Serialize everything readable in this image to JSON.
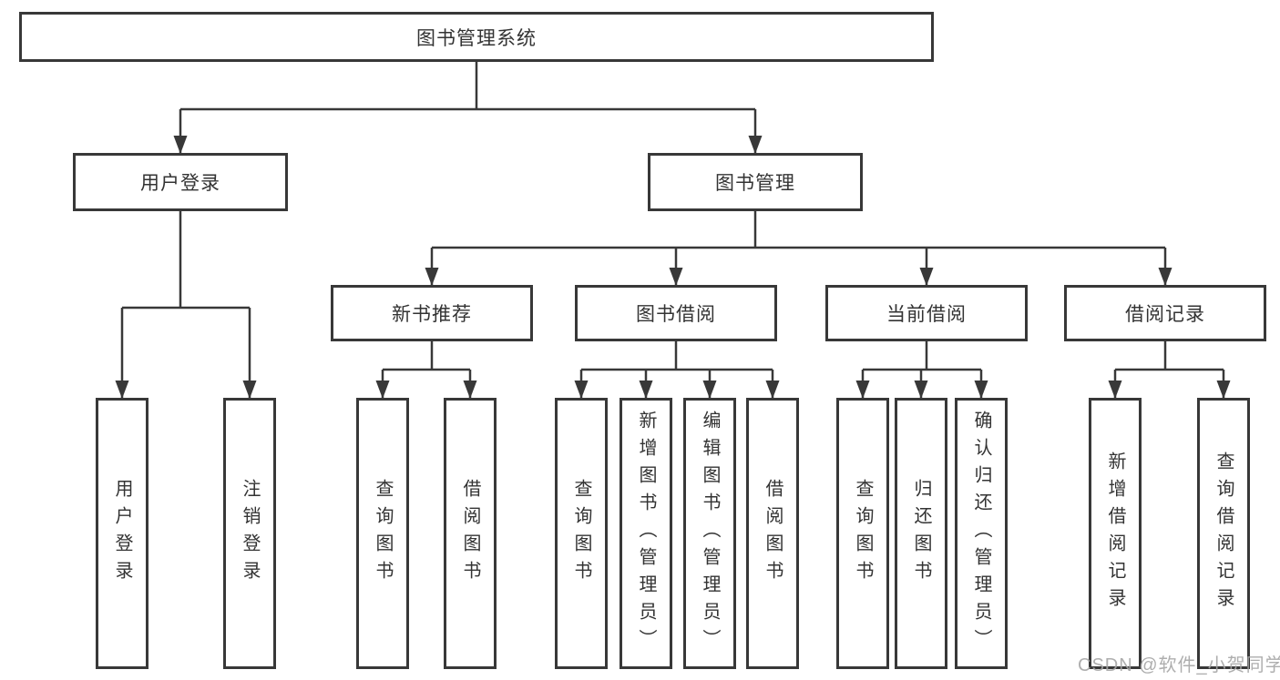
{
  "diagram_type": "hierarchy-tree",
  "tree": {
    "label": "图书管理系统",
    "children": [
      {
        "label": "用户登录",
        "children": [
          {
            "label": "用户登录"
          },
          {
            "label": "注销登录"
          }
        ]
      },
      {
        "label": "图书管理",
        "children": [
          {
            "label": "新书推荐",
            "children": [
              {
                "label": "查询图书"
              },
              {
                "label": "借阅图书"
              }
            ]
          },
          {
            "label": "图书借阅",
            "children": [
              {
                "label": "查询图书"
              },
              {
                "label": "新增图书（管理员）"
              },
              {
                "label": "编辑图书（管理员）"
              },
              {
                "label": "借阅图书"
              }
            ]
          },
          {
            "label": "当前借阅",
            "children": [
              {
                "label": "查询图书"
              },
              {
                "label": "归还图书"
              },
              {
                "label": "确认归还（管理员）"
              }
            ]
          },
          {
            "label": "借阅记录",
            "children": [
              {
                "label": "新增借阅记录"
              },
              {
                "label": "查询借阅记录"
              }
            ]
          }
        ]
      }
    ]
  },
  "watermark": "CSDN @软件_小贺同学",
  "colors": {
    "background": "#ffffff",
    "box_border": "#383838",
    "connector_line": "#383838",
    "text": "#333333",
    "watermark": "#a5a5a5"
  }
}
